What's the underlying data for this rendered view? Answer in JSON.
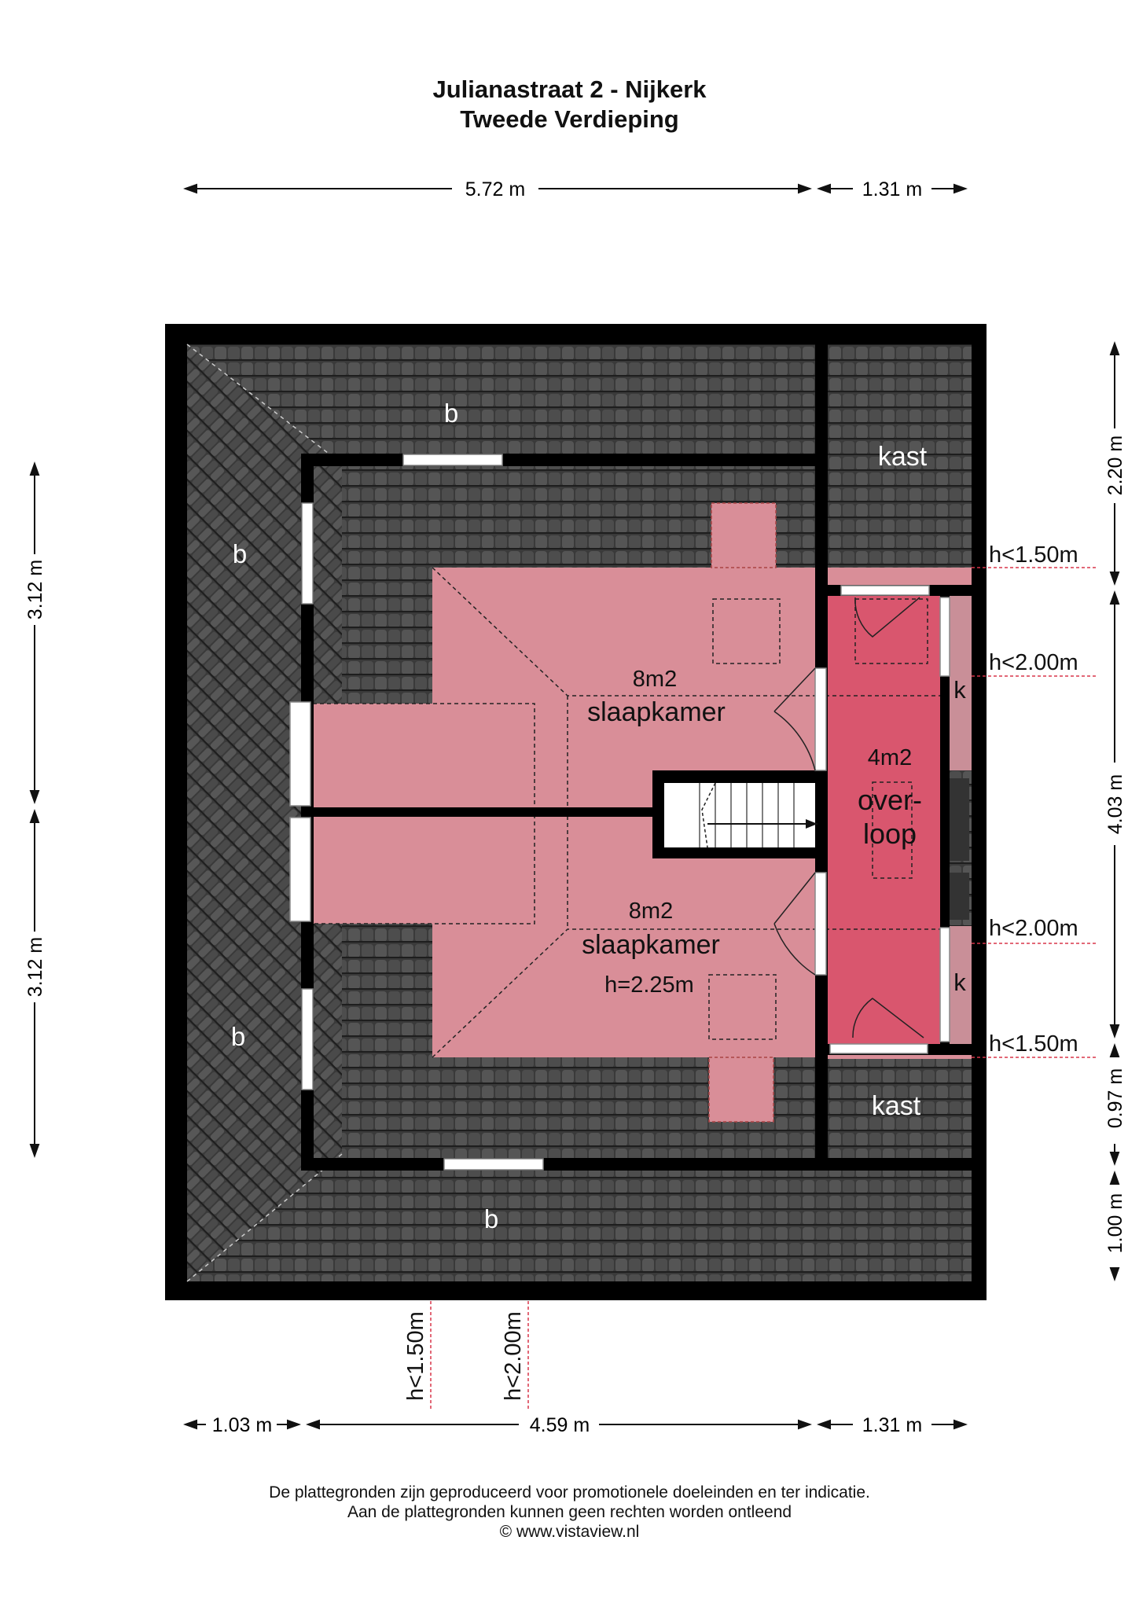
{
  "header": {
    "title": "Julianastraat 2 - Nijkerk",
    "subtitle": "Tweede Verdieping"
  },
  "dimensions": {
    "top_width_main": "5.72 m",
    "top_width_right": "1.31 m",
    "bottom_left": "1.03 m",
    "bottom_middle": "4.59 m",
    "bottom_right": "1.31 m",
    "left_upper": "3.12 m",
    "left_lower": "3.12 m",
    "right_top": "2.20 m",
    "right_middle": "4.03 m",
    "right_lower1": "0.97 m",
    "right_lower2": "1.00 m"
  },
  "rooms": {
    "bedroom_top_area": "8m2",
    "bedroom_top_name": "slaapkamer",
    "bedroom_bottom_area": "8m2",
    "bedroom_bottom_name": "slaapkamer",
    "bedroom_bottom_height": "h=2.25m",
    "landing_area": "4m2",
    "landing_name_1": "over-",
    "landing_name_2": "loop",
    "closet_top": "kast",
    "closet_bottom": "kast",
    "cupboard_top": "k",
    "cupboard_bottom": "k",
    "roof_top": "b",
    "roof_left_upper": "b",
    "roof_left_lower": "b",
    "roof_bottom": "b"
  },
  "height_markers": {
    "right_h150_top": "h<1.50m",
    "right_h200_top": "h<2.00m",
    "right_h200_bottom": "h<2.00m",
    "right_h150_bottom": "h<1.50m",
    "bottom_h150": "h<1.50m",
    "bottom_h200": "h<2.00m"
  },
  "footer": {
    "line1": "De plattegronden zijn geproduceerd voor promotionele doeleinden en ter indicatie.",
    "line2": "Aan de plattegronden kunnen geen rechten worden ontleend",
    "line3": "© www.vistaview.nl"
  },
  "colors": {
    "roof": "#3c3c3c",
    "room": "#d98e98",
    "landing": "#d9566e",
    "wall": "#000000",
    "height_line": "#d9364a"
  }
}
